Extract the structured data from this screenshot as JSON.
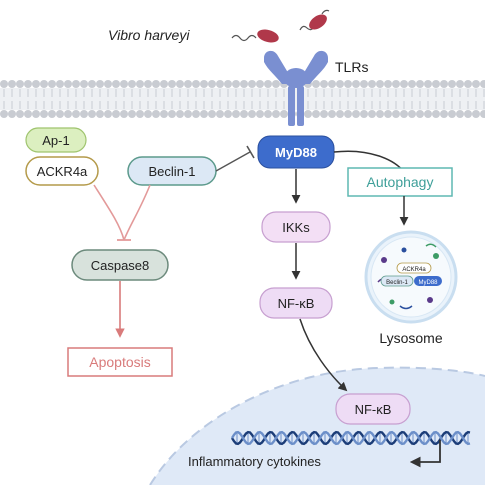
{
  "header": {
    "pathogen_label": "Vibro harveyi"
  },
  "membrane": {
    "receptor_label": "TLRs"
  },
  "nodes": {
    "ap1": "Ap-1",
    "ackr4a": "ACKR4a",
    "beclin1": "Beclin-1",
    "myd88": "MyD88",
    "autophagy": "Autophagy",
    "ikks": "IKKs",
    "caspase8": "Caspase8",
    "nfkb_cytoplasm": "NF-κB",
    "apoptosis": "Apoptosis",
    "nfkb_nucleus": "NF-κB",
    "cytokines": "Inflammatory cytokines"
  },
  "lysosome": {
    "label": "Lysosome",
    "cargo": [
      "ACKR4a",
      "Beclin-1",
      "MyD88"
    ]
  },
  "colors": {
    "membrane_head": "#c9ccd2",
    "receptor": "#7a8fd1",
    "myd88_fill": "#3d6ccc",
    "ap1_fill": "#dcefc0",
    "ackr4a_border": "#b49a4a",
    "beclin_fill": "#dce8f5",
    "caspase_fill": "#d8e2dc",
    "ikk_fill": "#f3dff5",
    "nfkb_fill": "#eedcf5",
    "autophagy_stroke": "#5fb8b2",
    "apoptosis_stroke": "#d97b7b",
    "inhibit_line": "#e39a9a",
    "bacteria": "#b0384a",
    "nucleus": "#dfe9f7",
    "dna_dark": "#1c3d78",
    "dna_light": "#6c8fc9"
  }
}
